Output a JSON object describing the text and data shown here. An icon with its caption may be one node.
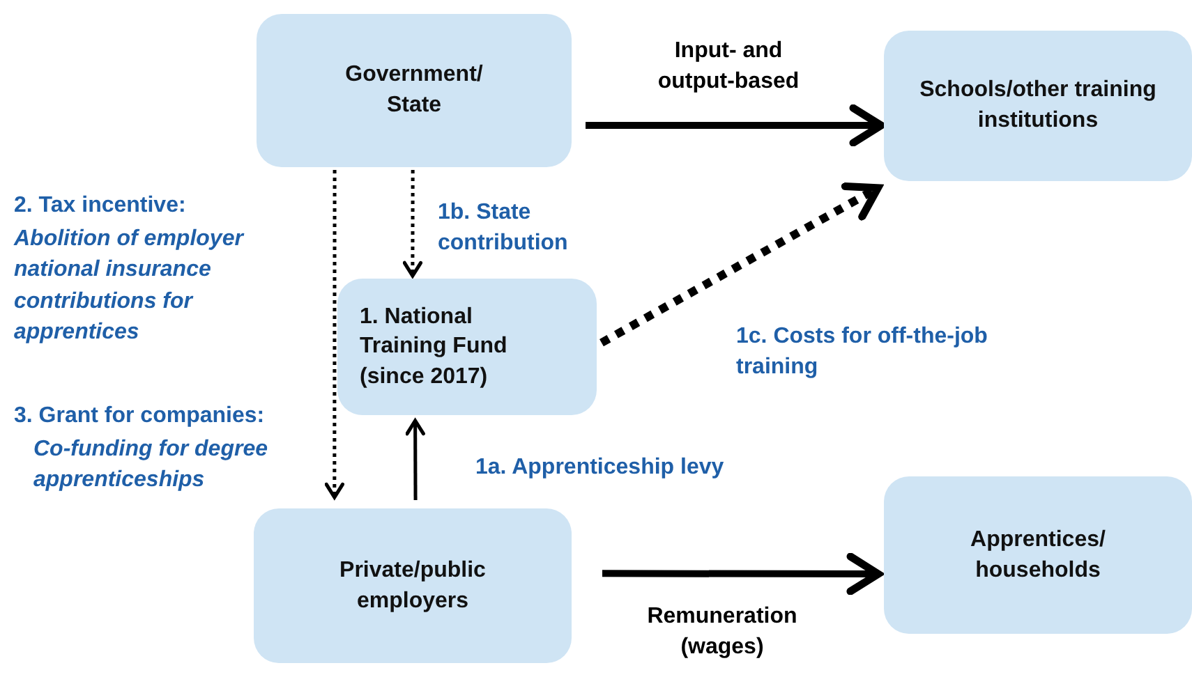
{
  "diagram": {
    "nodes": [
      {
        "text": [
          "Government/ State"
        ]
      },
      {
        "text": [
          "Schools/other training institutions"
        ]
      },
      {
        "text": [
          "1. National Training Fund (since 2017)"
        ]
      },
      {
        "text": [
          "Private/public employers"
        ]
      },
      {
        "text": [
          "Apprentices/ households"
        ]
      }
    ],
    "edges": [
      {
        "from": 0,
        "to": 1,
        "arrow": "to",
        "label": "Input- and output-based",
        "style": "thick"
      },
      {
        "from": 0,
        "to": 2,
        "arrow": "to",
        "label": "1b. State contribution",
        "style": "dashed"
      },
      {
        "from": 0,
        "to": 3,
        "arrow": "to",
        "style": "dashed"
      },
      {
        "from": 3,
        "to": 2,
        "arrow": "to",
        "label": "1a. Apprenticeship levy"
      },
      {
        "from": 2,
        "to": 1,
        "arrow": "to",
        "label": "1c. Costs for off-the-job training",
        "style": "dashed"
      },
      {
        "from": 3,
        "to": 4,
        "arrow": "to",
        "label": "Remuneration (wages)",
        "style": "thick"
      }
    ],
    "labels": [
      "2. Tax incentive:",
      "Abolition of employer national insurance contributions for apprentices",
      "3. Grant for companies:",
      "Co-funding for degree apprenticeships"
    ]
  }
}
